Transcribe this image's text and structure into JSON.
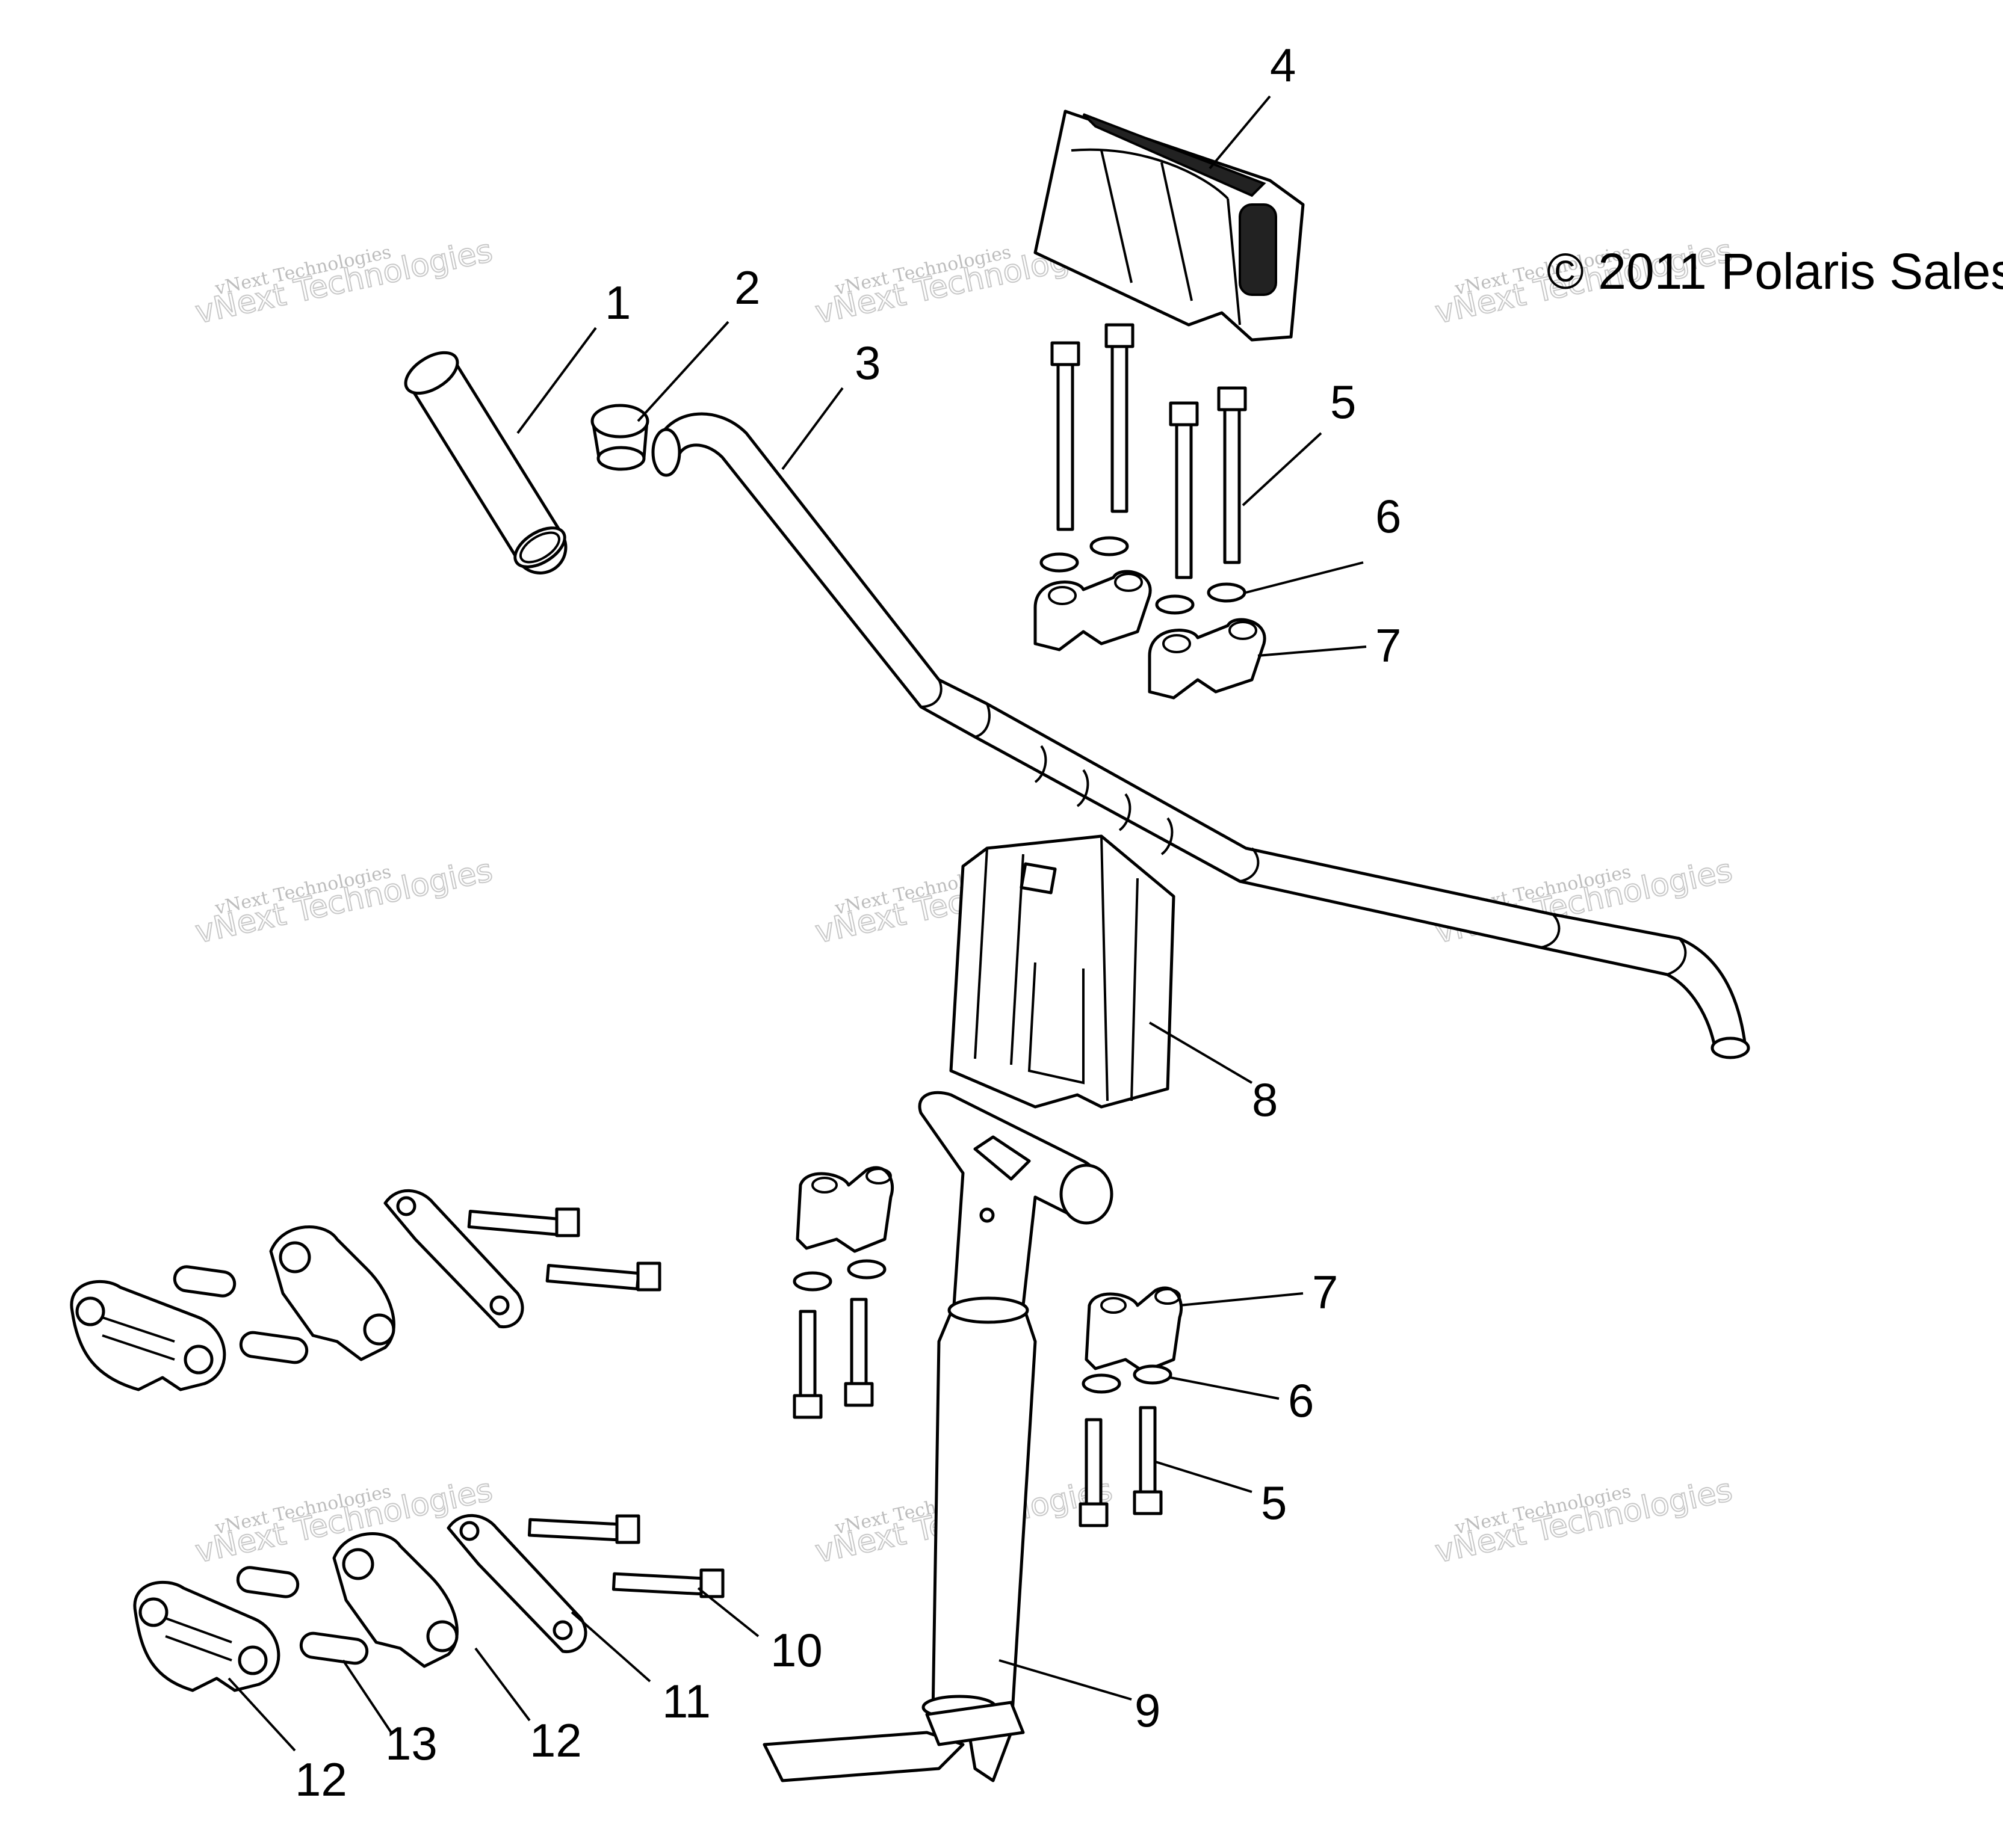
{
  "copyright": "© 2011 Polaris Sales",
  "watermark": {
    "line1": "vNext Technologies",
    "line2": "vNext Technologies"
  },
  "callouts": [
    "1",
    "2",
    "3",
    "4",
    "5",
    "6",
    "7",
    "5",
    "6",
    "7",
    "8",
    "9",
    "10",
    "11",
    "12",
    "12",
    "13"
  ]
}
